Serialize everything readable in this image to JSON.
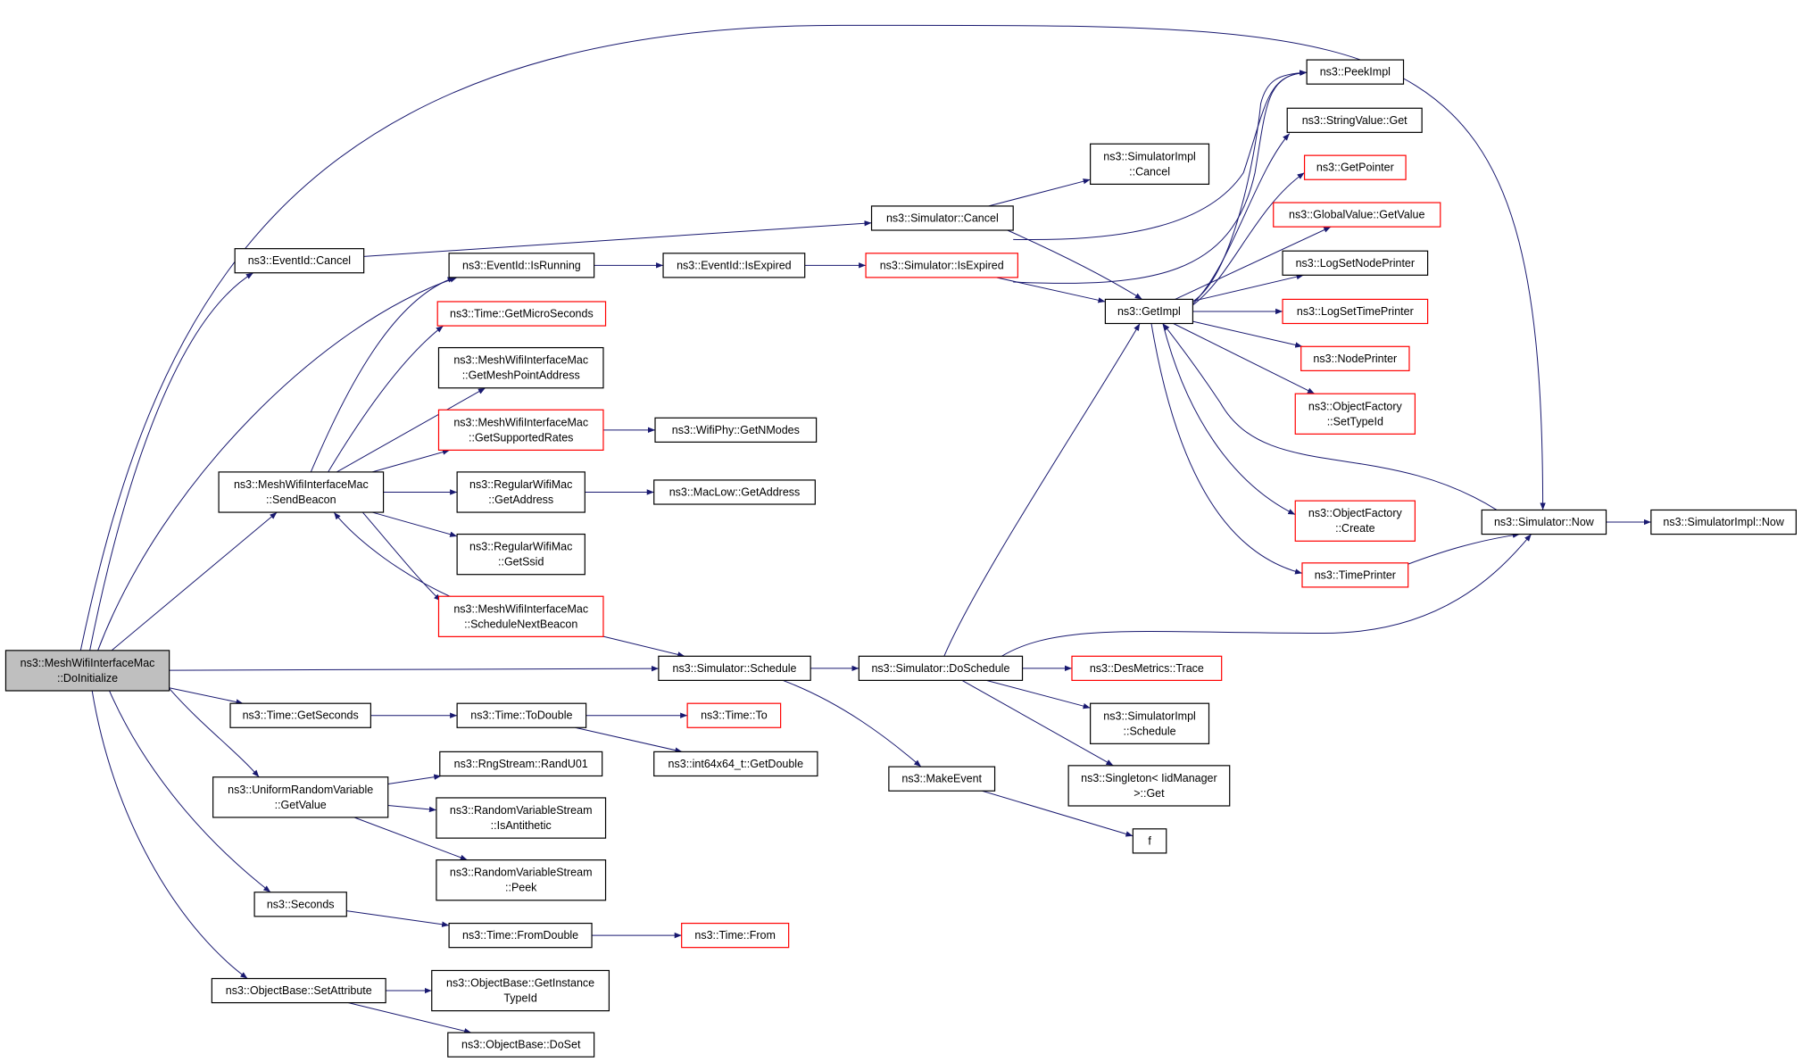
{
  "graph": {
    "root": "n_root",
    "nodes": [
      {
        "id": "n_root",
        "lines": [
          "ns3::MeshWifiInterfaceMac",
          "::DoInitialize"
        ],
        "style": "root"
      },
      {
        "id": "n_evcancel",
        "lines": [
          "ns3::EventId::Cancel"
        ],
        "style": "normal"
      },
      {
        "id": "n_isrunning",
        "lines": [
          "ns3::EventId::IsRunning"
        ],
        "style": "normal"
      },
      {
        "id": "n_getmicro",
        "lines": [
          "ns3::Time::GetMicroSeconds"
        ],
        "style": "truncated"
      },
      {
        "id": "n_getmesh",
        "lines": [
          "ns3::MeshWifiInterfaceMac",
          "::GetMeshPointAddress"
        ],
        "style": "normal"
      },
      {
        "id": "n_getsupp",
        "lines": [
          "ns3::MeshWifiInterfaceMac",
          "::GetSupportedRates"
        ],
        "style": "truncated"
      },
      {
        "id": "n_sendbeacon",
        "lines": [
          "ns3::MeshWifiInterfaceMac",
          "::SendBeacon"
        ],
        "style": "normal"
      },
      {
        "id": "n_regaddr",
        "lines": [
          "ns3::RegularWifiMac",
          "::GetAddress"
        ],
        "style": "normal"
      },
      {
        "id": "n_regssid",
        "lines": [
          "ns3::RegularWifiMac",
          "::GetSsid"
        ],
        "style": "normal"
      },
      {
        "id": "n_schednext",
        "lines": [
          "ns3::MeshWifiInterfaceMac",
          "::ScheduleNextBeacon"
        ],
        "style": "truncated"
      },
      {
        "id": "n_getsec",
        "lines": [
          "ns3::Time::GetSeconds"
        ],
        "style": "normal"
      },
      {
        "id": "n_urv",
        "lines": [
          "ns3::UniformRandomVariable",
          "::GetValue"
        ],
        "style": "normal"
      },
      {
        "id": "n_seconds",
        "lines": [
          "ns3::Seconds"
        ],
        "style": "normal"
      },
      {
        "id": "n_setattr",
        "lines": [
          "ns3::ObjectBase::SetAttribute"
        ],
        "style": "normal"
      },
      {
        "id": "n_isexpired",
        "lines": [
          "ns3::EventId::IsExpired"
        ],
        "style": "normal"
      },
      {
        "id": "n_getnmodes",
        "lines": [
          "ns3::WifiPhy::GetNModes"
        ],
        "style": "normal"
      },
      {
        "id": "n_maclowaddr",
        "lines": [
          "ns3::MacLow::GetAddress"
        ],
        "style": "normal"
      },
      {
        "id": "n_schedule",
        "lines": [
          "ns3::Simulator::Schedule"
        ],
        "style": "normal"
      },
      {
        "id": "n_todouble",
        "lines": [
          "ns3::Time::ToDouble"
        ],
        "style": "normal"
      },
      {
        "id": "n_randu01",
        "lines": [
          "ns3::RngStream::RandU01"
        ],
        "style": "normal"
      },
      {
        "id": "n_isanti",
        "lines": [
          "ns3::RandomVariableStream",
          "::IsAntithetic"
        ],
        "style": "normal"
      },
      {
        "id": "n_peekrvs",
        "lines": [
          "ns3::RandomVariableStream",
          "::Peek"
        ],
        "style": "normal"
      },
      {
        "id": "n_fromdouble",
        "lines": [
          "ns3::Time::FromDouble"
        ],
        "style": "normal"
      },
      {
        "id": "n_getinst",
        "lines": [
          "ns3::ObjectBase::GetInstance",
          "TypeId"
        ],
        "style": "normal"
      },
      {
        "id": "n_doset",
        "lines": [
          "ns3::ObjectBase::DoSet"
        ],
        "style": "normal"
      },
      {
        "id": "n_simcancel",
        "lines": [
          "ns3::Simulator::Cancel"
        ],
        "style": "normal"
      },
      {
        "id": "n_simisexp",
        "lines": [
          "ns3::Simulator::IsExpired"
        ],
        "style": "truncated"
      },
      {
        "id": "n_timeto",
        "lines": [
          "ns3::Time::To"
        ],
        "style": "truncated"
      },
      {
        "id": "n_getdouble",
        "lines": [
          "ns3::int64x64_t::GetDouble"
        ],
        "style": "normal"
      },
      {
        "id": "n_timefrom",
        "lines": [
          "ns3::Time::From"
        ],
        "style": "truncated"
      },
      {
        "id": "n_doschedule",
        "lines": [
          "ns3::Simulator::DoSchedule"
        ],
        "style": "normal"
      },
      {
        "id": "n_makeevent",
        "lines": [
          "ns3::MakeEvent"
        ],
        "style": "normal"
      },
      {
        "id": "n_simimplcancel",
        "lines": [
          "ns3::SimulatorImpl",
          "::Cancel"
        ],
        "style": "normal"
      },
      {
        "id": "n_getimpl",
        "lines": [
          "ns3::GetImpl"
        ],
        "style": "normal"
      },
      {
        "id": "n_trace",
        "lines": [
          "ns3::DesMetrics::Trace"
        ],
        "style": "truncated"
      },
      {
        "id": "n_simimplsched",
        "lines": [
          "ns3::SimulatorImpl",
          "::Schedule"
        ],
        "style": "normal"
      },
      {
        "id": "n_singleton",
        "lines": [
          "ns3::Singleton< IidManager",
          ">::Get"
        ],
        "style": "normal"
      },
      {
        "id": "n_f",
        "lines": [
          "f"
        ],
        "style": "normal"
      },
      {
        "id": "n_peekimpl",
        "lines": [
          "ns3::PeekImpl"
        ],
        "style": "normal"
      },
      {
        "id": "n_strget",
        "lines": [
          "ns3::StringValue::Get"
        ],
        "style": "normal"
      },
      {
        "id": "n_getptr",
        "lines": [
          "ns3::GetPointer"
        ],
        "style": "truncated"
      },
      {
        "id": "n_gvget",
        "lines": [
          "ns3::GlobalValue::GetValue"
        ],
        "style": "truncated"
      },
      {
        "id": "n_lognode",
        "lines": [
          "ns3::LogSetNodePrinter"
        ],
        "style": "normal"
      },
      {
        "id": "n_logtime",
        "lines": [
          "ns3::LogSetTimePrinter"
        ],
        "style": "truncated"
      },
      {
        "id": "n_nodeprinter",
        "lines": [
          "ns3::NodePrinter"
        ],
        "style": "truncated"
      },
      {
        "id": "n_ofsettype",
        "lines": [
          "ns3::ObjectFactory",
          "::SetTypeId"
        ],
        "style": "truncated"
      },
      {
        "id": "n_ofcreate",
        "lines": [
          "ns3::ObjectFactory",
          "::Create"
        ],
        "style": "truncated"
      },
      {
        "id": "n_timeprinter",
        "lines": [
          "ns3::TimePrinter"
        ],
        "style": "truncated"
      },
      {
        "id": "n_simnow",
        "lines": [
          "ns3::Simulator::Now"
        ],
        "style": "normal"
      },
      {
        "id": "n_simimplnow",
        "lines": [
          "ns3::SimulatorImpl::Now"
        ],
        "style": "normal"
      }
    ],
    "edges": [
      [
        "n_root",
        "n_evcancel"
      ],
      [
        "n_root",
        "n_isrunning"
      ],
      [
        "n_root",
        "n_sendbeacon"
      ],
      [
        "n_root",
        "n_schedule"
      ],
      [
        "n_root",
        "n_getsec"
      ],
      [
        "n_root",
        "n_urv"
      ],
      [
        "n_root",
        "n_seconds"
      ],
      [
        "n_root",
        "n_setattr"
      ],
      [
        "n_root",
        "n_simnow"
      ],
      [
        "n_evcancel",
        "n_simcancel"
      ],
      [
        "n_isrunning",
        "n_isexpired"
      ],
      [
        "n_sendbeacon",
        "n_isrunning"
      ],
      [
        "n_sendbeacon",
        "n_getmicro"
      ],
      [
        "n_sendbeacon",
        "n_getmesh"
      ],
      [
        "n_sendbeacon",
        "n_getsupp"
      ],
      [
        "n_sendbeacon",
        "n_regaddr"
      ],
      [
        "n_sendbeacon",
        "n_regssid"
      ],
      [
        "n_sendbeacon",
        "n_schednext"
      ],
      [
        "n_schednext",
        "n_sendbeacon"
      ],
      [
        "n_schednext",
        "n_schedule"
      ],
      [
        "n_getsupp",
        "n_getnmodes"
      ],
      [
        "n_regaddr",
        "n_maclowaddr"
      ],
      [
        "n_getsec",
        "n_todouble"
      ],
      [
        "n_todouble",
        "n_timeto"
      ],
      [
        "n_todouble",
        "n_getdouble"
      ],
      [
        "n_urv",
        "n_randu01"
      ],
      [
        "n_urv",
        "n_isanti"
      ],
      [
        "n_urv",
        "n_peekrvs"
      ],
      [
        "n_seconds",
        "n_fromdouble"
      ],
      [
        "n_fromdouble",
        "n_timefrom"
      ],
      [
        "n_setattr",
        "n_getinst"
      ],
      [
        "n_setattr",
        "n_doset"
      ],
      [
        "n_isexpired",
        "n_simisexp"
      ],
      [
        "n_simisexp",
        "n_getimpl"
      ],
      [
        "n_simisexp",
        "n_peekimpl"
      ],
      [
        "n_simcancel",
        "n_simimplcancel"
      ],
      [
        "n_simcancel",
        "n_getimpl"
      ],
      [
        "n_simcancel",
        "n_peekimpl"
      ],
      [
        "n_schedule",
        "n_doschedule"
      ],
      [
        "n_schedule",
        "n_makeevent"
      ],
      [
        "n_makeevent",
        "n_f"
      ],
      [
        "n_doschedule",
        "n_getimpl"
      ],
      [
        "n_doschedule",
        "n_trace"
      ],
      [
        "n_doschedule",
        "n_simimplsched"
      ],
      [
        "n_doschedule",
        "n_singleton"
      ],
      [
        "n_doschedule",
        "n_simnow"
      ],
      [
        "n_getimpl",
        "n_peekimpl"
      ],
      [
        "n_getimpl",
        "n_strget"
      ],
      [
        "n_getimpl",
        "n_getptr"
      ],
      [
        "n_getimpl",
        "n_gvget"
      ],
      [
        "n_getimpl",
        "n_lognode"
      ],
      [
        "n_getimpl",
        "n_logtime"
      ],
      [
        "n_getimpl",
        "n_nodeprinter"
      ],
      [
        "n_getimpl",
        "n_ofsettype"
      ],
      [
        "n_getimpl",
        "n_ofcreate"
      ],
      [
        "n_getimpl",
        "n_timeprinter"
      ],
      [
        "n_timeprinter",
        "n_simnow"
      ],
      [
        "n_simnow",
        "n_getimpl"
      ],
      [
        "n_simnow",
        "n_simimplnow"
      ]
    ]
  },
  "colors": {
    "edge": "#191970",
    "node_border": "#000000",
    "truncated_border": "#ff0000",
    "root_fill": "#bfbfbf",
    "node_fill": "#ffffff"
  }
}
